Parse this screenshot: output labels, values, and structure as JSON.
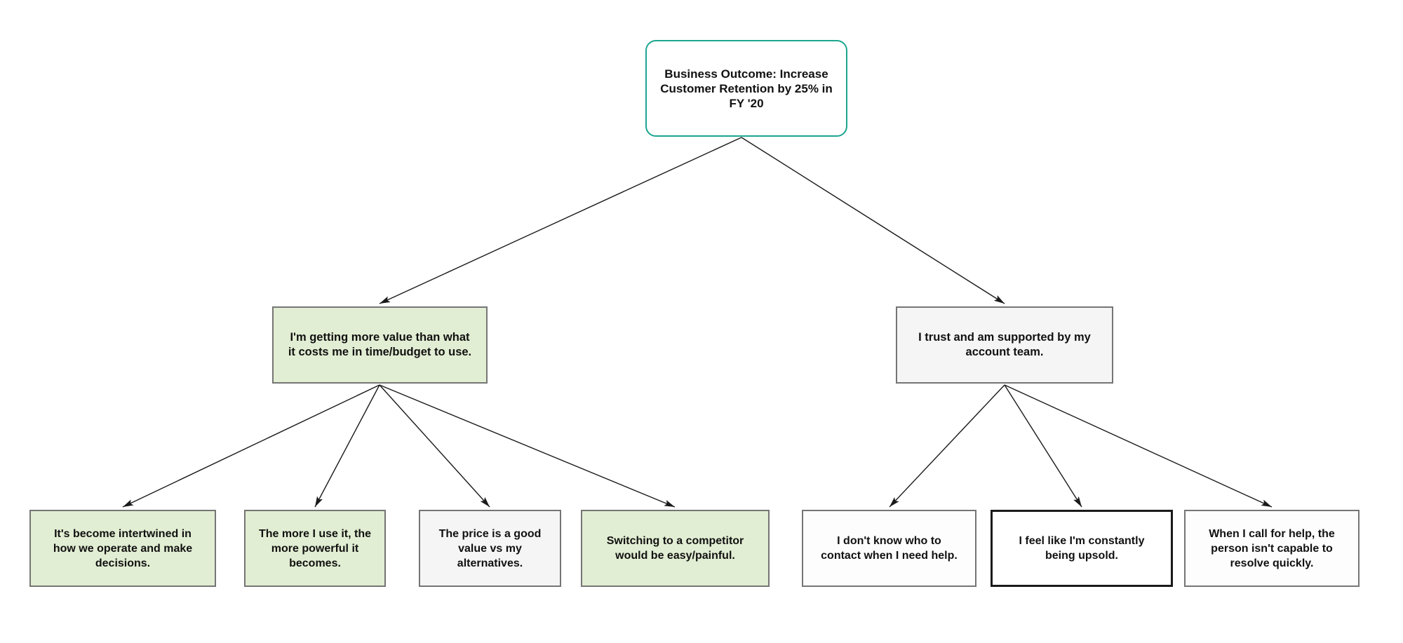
{
  "colors": {
    "page_bg": "#ffffff",
    "root_border": "#1ca68f",
    "green_fill": "#e2eed3",
    "neutral_fill": "#f5f5f5",
    "white_fill": "#fdfdfd",
    "node_border": "#757575",
    "emphasis_border": "#1a1a1a",
    "arrow_color": "#1a1a1a",
    "text_color": "#111111"
  },
  "nodes": {
    "root": {
      "label": "Business Outcome: Increase\nCustomer Retention by 25% in\nFY '20"
    },
    "branch_value": {
      "label": "I'm getting more value than what\nit costs me in time/budget to use."
    },
    "branch_trust": {
      "label": "I trust and am supported by my\naccount team."
    },
    "leaf_intertwined": {
      "label": "It's become intertwined in\nhow we operate and make\ndecisions."
    },
    "leaf_powerful": {
      "label": "The more I use it, the\nmore powerful it\nbecomes."
    },
    "leaf_price": {
      "label": "The price is a good\nvalue vs my\nalternatives."
    },
    "leaf_switching": {
      "label": "Switching to a competitor\nwould be easy/painful."
    },
    "leaf_contact": {
      "label": "I don't know who to\ncontact when I need help."
    },
    "leaf_upsold": {
      "label": "I feel like I'm constantly\nbeing upsold."
    },
    "leaf_capable": {
      "label": "When I call for help, the\nperson isn't capable to\nresolve quickly."
    }
  }
}
